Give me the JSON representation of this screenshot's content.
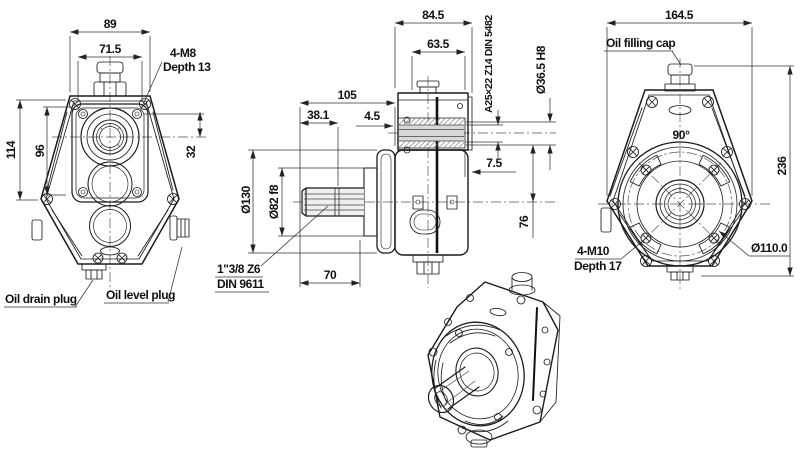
{
  "views": {
    "front": {
      "dim_overall_width": "89",
      "dim_bolt_spacing_width": "71.5",
      "thread_note_line1": "4-M8",
      "thread_note_line2": "Depth 13",
      "dim_overall_height": "114",
      "dim_bolt_spacing_height": "96",
      "dim_shaft_offset": "32",
      "label_oil_drain": "Oil drain plug",
      "label_oil_level": "Oil level plug"
    },
    "side": {
      "dim_depth_overall": "84.5",
      "dim_depth_body": "63.5",
      "dim_length_overall": "105",
      "dim_spline_length": "38.1",
      "dim_cover_gap": "4.5",
      "note_spline_bore": "A25×22 Z14 DIN 5482",
      "note_bore_dia": "Ø36.5 H8",
      "dim_bore_offset": "7.5",
      "dim_center_distance": "76",
      "dim_flange_dia": "Ø130",
      "dim_pilot_dia": "Ø82 f8",
      "dim_shaft_length": "70",
      "note_pto_shaft_line1": "1\"3/8 Z6",
      "note_pto_shaft_line2": "DIN 9611"
    },
    "rear": {
      "dim_overall_width": "164.5",
      "label_oil_filling_cap": "Oil filling cap",
      "dim_bolt_angle": "90°",
      "dim_overall_height": "236",
      "thread_note_line1": "4-M10",
      "thread_note_line2": "Depth 17",
      "dim_bolt_circle_dia": "Ø110.0"
    }
  },
  "colors": {
    "ink": "#1b1b1b",
    "dimension_line": "#333333",
    "hatch_fill": "#d9d9d9",
    "background": "#ffffff"
  }
}
